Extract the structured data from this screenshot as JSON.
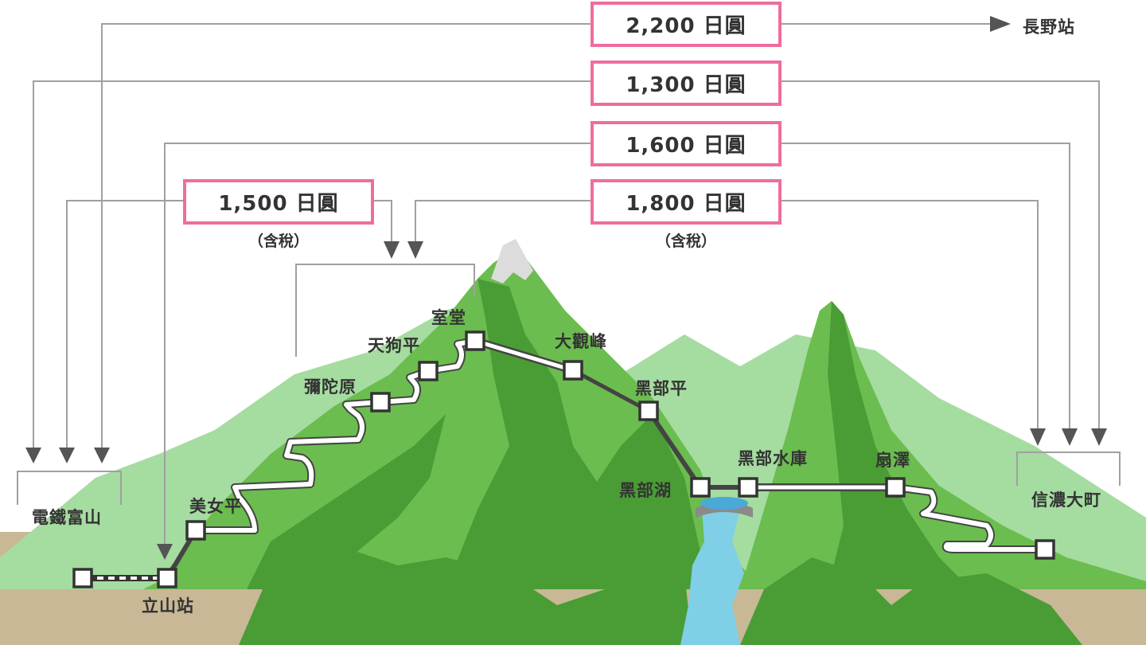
{
  "fares": [
    {
      "amount": "2,200 日圓",
      "tax_note": ""
    },
    {
      "amount": "1,300 日圓",
      "tax_note": ""
    },
    {
      "amount": "1,600 日圓",
      "tax_note": ""
    },
    {
      "amount": "1,500 日圓",
      "tax_note": "（含稅）"
    },
    {
      "amount": "1,800 日圓",
      "tax_note": "（含稅）"
    }
  ],
  "destinations": {
    "nagano": "長野站"
  },
  "stations": {
    "dentetsu_toyama": "電鐵富山",
    "tateyama": "立山站",
    "bijodaira": "美女平",
    "midagahara": "彌陀原",
    "tengudaira": "天狗平",
    "murodo": "室堂",
    "daikanbo": "大觀峰",
    "kurobedaira": "黑部平",
    "kurobeko": "黑部湖",
    "kurobe_dam": "黑部水庫",
    "ogizawa": "扇澤",
    "shinano_omachi": "信濃大町"
  },
  "colors": {
    "fare_border": "#ee6d9e",
    "mountain_dark": "#4a9c35",
    "mountain_mid": "#6bbd4f",
    "mountain_light": "#a5dca0",
    "ground": "#c8b896",
    "water": "#7fcfe6",
    "route_line": "#404040",
    "leader_line": "#a0a0a0"
  }
}
